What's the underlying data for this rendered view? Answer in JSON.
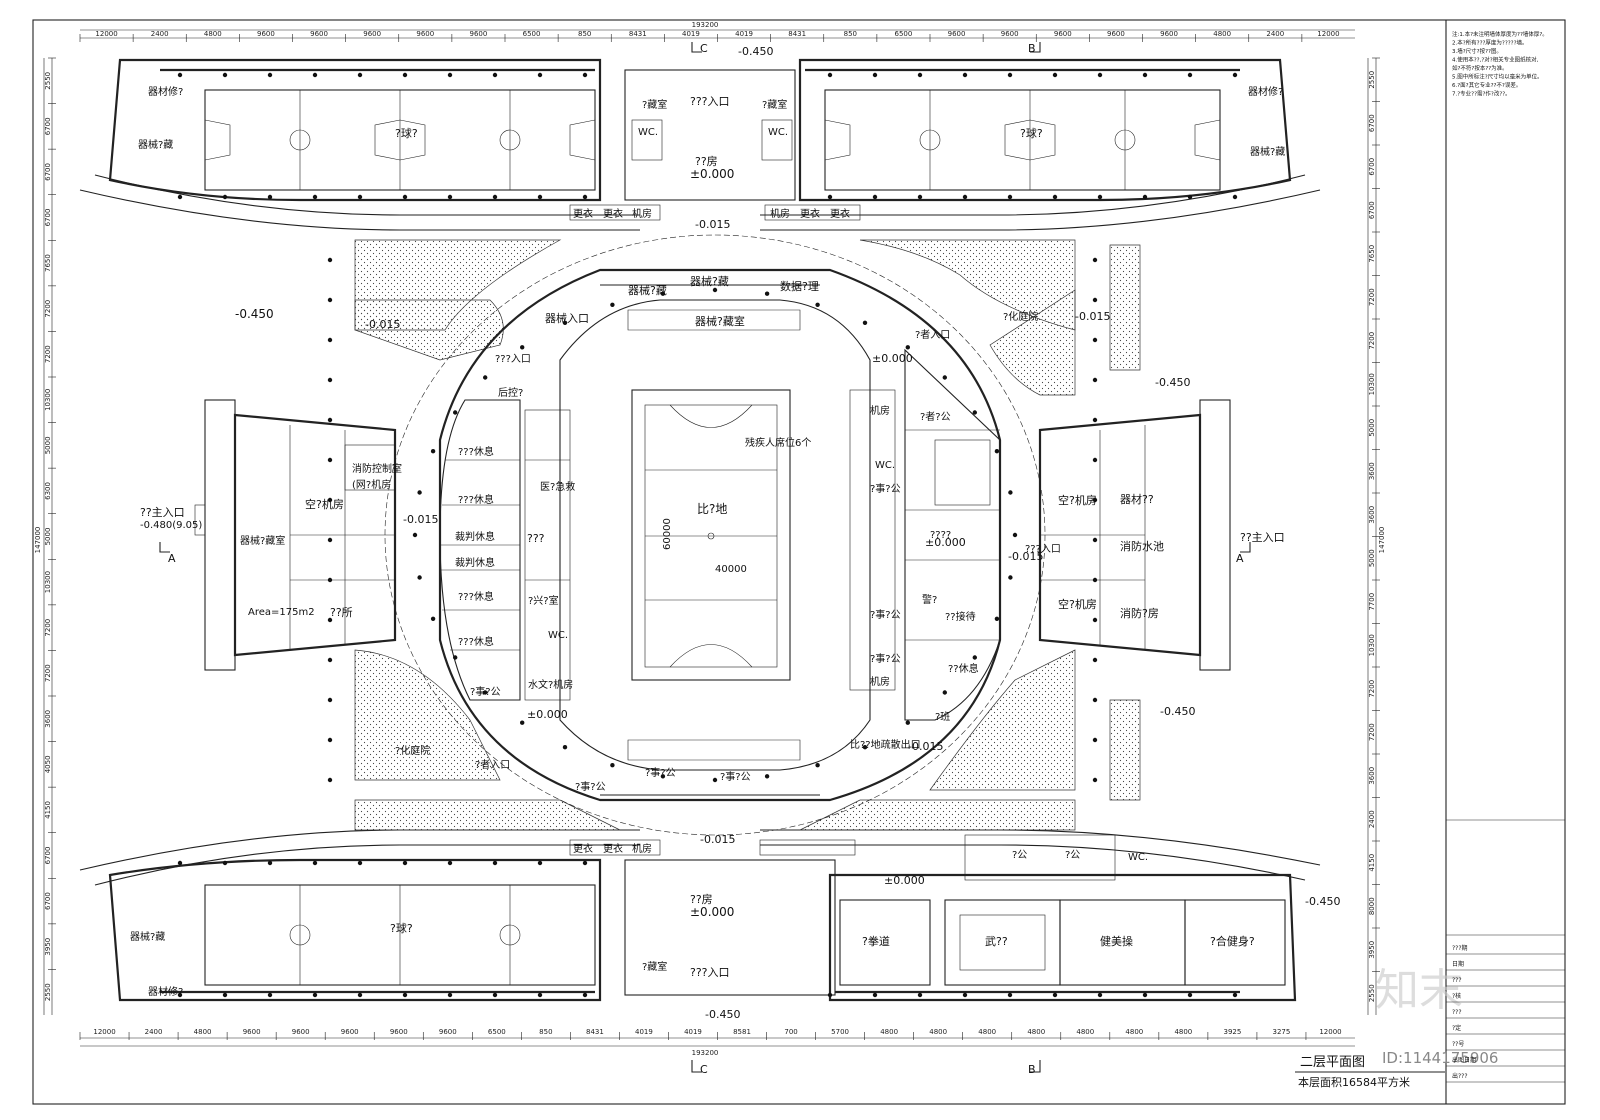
{
  "dimensions": {
    "overall": "193200",
    "top_row": [
      "12000",
      "2400",
      "4800",
      "9600",
      "9600",
      "9600",
      "9600",
      "9600",
      "6500",
      "850",
      "8431",
      "4019",
      "4019",
      "8431",
      "850",
      "6500",
      "9600",
      "9600",
      "9600",
      "9600",
      "9600",
      "4800",
      "2400",
      "12000"
    ],
    "bottom_row": [
      "12000",
      "2400",
      "4800",
      "9600",
      "9600",
      "9600",
      "9600",
      "9600",
      "6500",
      "850",
      "8431",
      "4019",
      "4019",
      "8581",
      "700",
      "5700",
      "4800",
      "4800",
      "4800",
      "4800",
      "4800",
      "4800",
      "4800",
      "3925",
      "3275",
      "12000"
    ],
    "left_col": [
      "2550",
      "6700",
      "6700",
      "6700",
      "7650",
      "7200",
      "7200",
      "10300",
      "5000",
      "6300",
      "5000",
      "10300",
      "7200",
      "7200",
      "3600",
      "4050",
      "4150",
      "6700",
      "6700",
      "3950",
      "2550"
    ],
    "right_col": [
      "2550",
      "6700",
      "6700",
      "6700",
      "7650",
      "7200",
      "7200",
      "10300",
      "5000",
      "3600",
      "3600",
      "5000",
      "7700",
      "10300",
      "7200",
      "7200",
      "3600",
      "2400",
      "4150",
      "8000",
      "3950",
      "2550"
    ],
    "side_total": "147000",
    "court_width": "40000",
    "court_length": "60000",
    "area_note": "Area=175m2"
  },
  "section_marks": {
    "a": "A",
    "b": "B",
    "c": "C"
  },
  "elevations": {
    "e_neg450": "-0.450",
    "e_neg015": "-0.015",
    "e_zero": "±0.000",
    "e_main_left": "-0.480(9.05)"
  },
  "rooms": {
    "court_ball": "?球?",
    "equip_repair": "器材修?",
    "equip_store": "器械?藏",
    "tech_room": "??房",
    "storage": "?藏室",
    "entry_3q": "???入口",
    "wc": "WC.",
    "changing": "更衣",
    "machine_room": "机房",
    "data_room": "数据?理",
    "equip_entry": "器械入口",
    "equip_store_room": "器械?藏室",
    "athlete_entry": "?者入口",
    "back_control": "后控?",
    "fire_control": "消防控制室",
    "network_room": "(网?机房",
    "hvac_room": "空?机房",
    "main_entry": "??主入口",
    "equip_store_room2": "器械?藏室",
    "office": "??所",
    "rest1": "???休息",
    "referee_rest": "裁判休息",
    "medical": "医?急救",
    "qqq": "???",
    "dope": "?兴?室",
    "comp_field": "比?地",
    "disabled_seats": "残疾人席位6个",
    "athletes_office": "?者?公",
    "press_room": "????",
    "reception": "??接待",
    "police": "警?",
    "affairs": "?事?公",
    "rest2": "??休息",
    "machine": "机房",
    "duty": "?班",
    "water_room": "水文?机房",
    "evac": "比??地疏散出口",
    "greening": "?化庭院",
    "equip_room_r": "器材??",
    "fire_pool": "消防水池",
    "fire_pump": "消防?房",
    "taekwondo": "?拳道",
    "martial": "武??",
    "aerobics": "健美操",
    "fitness": "?合健身?",
    "gong": "?公"
  },
  "title_block": {
    "title": "二层平面图",
    "area": "本层面积16584平方米",
    "watermark_id": "ID:1144175906",
    "logo": "知末",
    "notes": [
      "注:1.本?未注明墙体厚度为??墙体厚?。",
      "2.本?所有???厚度为?????墙。",
      "3.墙?尺寸?按??图。",
      "4.使用本??,?对?相关专业图纸核对,",
      "  如?不符?按本??为准。",
      "5.图中所标注?尺寸均以毫米为单位。",
      "6.?面?其它专业??不?误差。",
      "7.?专业??需?作?改??。"
    ],
    "rows": [
      "???期",
      "日期",
      "???",
      "?核",
      "???",
      "?定",
      "??号",
      "出图日期",
      "出???"
    ]
  }
}
